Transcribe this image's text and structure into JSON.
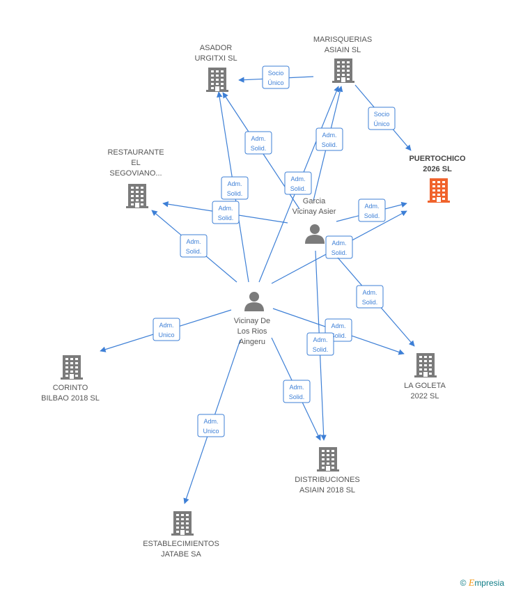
{
  "colors": {
    "edge": "#3d7fd6",
    "company": "#7b7b7b",
    "highlight": "#f0632c",
    "person": "#7b7b7b"
  },
  "persons": [
    {
      "id": "vicinay",
      "lines": [
        "Vicinay De",
        "Los Rios",
        "Aingeru"
      ]
    },
    {
      "id": "garcia",
      "lines": [
        "Garcia",
        "Vicinay Asier"
      ]
    }
  ],
  "companies": [
    {
      "id": "asador",
      "lines": [
        "ASADOR",
        "URGITXI  SL"
      ],
      "highlight": false
    },
    {
      "id": "marisquerias",
      "lines": [
        "MARISQUERIAS",
        "ASIAIN  SL"
      ],
      "highlight": false
    },
    {
      "id": "puertochico",
      "lines": [
        "PUERTOCHICO",
        "2026  SL"
      ],
      "highlight": true
    },
    {
      "id": "restaurante",
      "lines": [
        "RESTAURANTE",
        "EL",
        "SEGOVIANO..."
      ],
      "highlight": false
    },
    {
      "id": "corinto",
      "lines": [
        "CORINTO",
        "BILBAO 2018  SL"
      ],
      "highlight": false
    },
    {
      "id": "goleta",
      "lines": [
        "LA GOLETA",
        "2022  SL"
      ],
      "highlight": false
    },
    {
      "id": "distribuciones",
      "lines": [
        "DISTRIBUCIONES",
        "ASIAIN 2018  SL"
      ],
      "highlight": false
    },
    {
      "id": "establecimientos",
      "lines": [
        "ESTABLECIMIENTOS",
        "JATABE SA"
      ],
      "highlight": false
    }
  ],
  "edges": [
    {
      "from": "marisquerias",
      "to": "asador",
      "label": [
        "Socio",
        "Único"
      ]
    },
    {
      "from": "marisquerias",
      "to": "puertochico",
      "label": [
        "Socio",
        "Único"
      ]
    },
    {
      "from": "vicinay",
      "to": "asador",
      "label": [
        "Adm.",
        "Solid."
      ]
    },
    {
      "from": "garcia",
      "to": "asador",
      "label": [
        "Adm.",
        "Solid."
      ]
    },
    {
      "from": "vicinay",
      "to": "marisquerias",
      "label": [
        "Adm.",
        "Solid."
      ]
    },
    {
      "from": "garcia",
      "to": "marisquerias",
      "label": [
        "Adm.",
        "Solid."
      ]
    },
    {
      "from": "garcia",
      "to": "restaurante",
      "label": [
        "Adm.",
        "Solid."
      ]
    },
    {
      "from": "vicinay",
      "to": "restaurante",
      "label": [
        "Adm.",
        "Solid."
      ]
    },
    {
      "from": "garcia",
      "to": "puertochico",
      "label": [
        "Adm.",
        "Solid."
      ]
    },
    {
      "from": "vicinay",
      "to": "puertochico",
      "label": [
        "Adm.",
        "Solid."
      ]
    },
    {
      "from": "garcia",
      "to": "goleta",
      "label": [
        "Adm.",
        "Solid."
      ]
    },
    {
      "from": "vicinay",
      "to": "goleta",
      "label": [
        "Adm.",
        "Solid."
      ]
    },
    {
      "from": "garcia",
      "to": "distribuciones",
      "label": [
        "Adm.",
        "Solid."
      ]
    },
    {
      "from": "vicinay",
      "to": "distribuciones",
      "label": [
        "Adm.",
        "Solid."
      ]
    },
    {
      "from": "vicinay",
      "to": "corinto",
      "label": [
        "Adm.",
        "Unico"
      ]
    },
    {
      "from": "vicinay",
      "to": "establecimientos",
      "label": [
        "Adm.",
        "Unico"
      ]
    }
  ],
  "watermark": {
    "copyright": "©",
    "brand_initial": "E",
    "brand_rest": "mpresia"
  }
}
